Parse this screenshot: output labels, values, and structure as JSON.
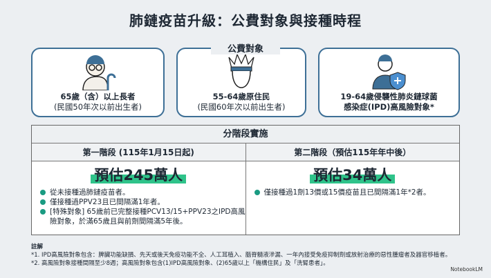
{
  "title": "肺鏈疫苗升級：公費對象與接種時程",
  "eligible": {
    "label": "公費對象",
    "cards": [
      {
        "icon": "elderly-icon",
        "line1": "65歲（含）以上長者",
        "line2": "(民國50年次以前出生者)"
      },
      {
        "icon": "indigenous-person-icon",
        "line1": "55-64歲原住民",
        "line2": "(民國60年次以前出生者)"
      },
      {
        "icon": "person-shield-icon",
        "line1": "19-64歲侵襲性肺炎鏈球菌",
        "line2": "感染症(IPD)高風險對象*"
      }
    ]
  },
  "phases": {
    "header": "分階段實施",
    "columns": [
      {
        "title": "第一階段 (115年1月15日起)",
        "estimate": "預估245萬人",
        "items": [
          "從未接種過肺鏈疫苗者。",
          "僅接種過PPV23且已間隔滿1年者。",
          "[特殊對象] 65歲前已完整接種PCV13/15+PPV23之IPD高風險對象，於滿65歲且與前劑間隔滿5年後。"
        ]
      },
      {
        "title": "第二階段（預估115年年中後）",
        "estimate": "預估34萬人",
        "items": [
          "僅接種過1劑13價或15價疫苗且已間隔滿1年*2者。"
        ]
      }
    ]
  },
  "notes": {
    "heading": "註解",
    "lines": [
      "*1. IPD高風險對象包含：脾臟功能缺損、先天或後天免疫功能不全、人工耳植入、腦脊髓液滲漏、一年內接受免疫抑制劑或放射治療的惡性腫瘤者及器官移植者。",
      "*2. 高風險對象接種間隔至少8週；高風險對象包含(1)IPD高風險對象、(2)65歲以上「機構住民」及「洗腎患者」。"
    ]
  },
  "brand": "NotebookLM",
  "colors": {
    "accent": "#2fc38a",
    "border": "#3d6f96",
    "bullet": "#1a9b82"
  }
}
